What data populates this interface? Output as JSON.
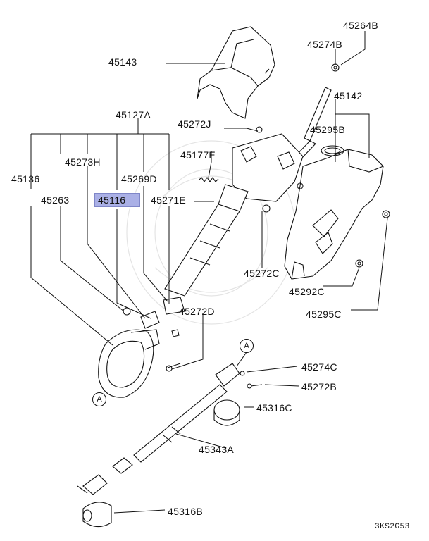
{
  "parts": {
    "p45264B": "45264B",
    "p45274B": "45274B",
    "p45143": "45143",
    "p45142": "45142",
    "p45127A": "45127A",
    "p45272J": "45272J",
    "p45295B": "45295B",
    "p45273H": "45273H",
    "p45177E": "45177E",
    "p45136": "45136",
    "p45269D": "45269D",
    "p45263": "45263",
    "p45116": "45116",
    "p45271E": "45271E",
    "p45272C": "45272C",
    "p45292C": "45292C",
    "p45295C": "45295C",
    "p45272D": "45272D",
    "p45274C": "45274C",
    "p45272B": "45272B",
    "p45316C": "45316C",
    "p45343A": "45343A",
    "p45316B": "45316B"
  },
  "callouts": {
    "a1": "A",
    "a2": "A"
  },
  "diagram_code": "3KS2G53",
  "colors": {
    "highlight": "#aab0e6",
    "line": "#111111"
  }
}
